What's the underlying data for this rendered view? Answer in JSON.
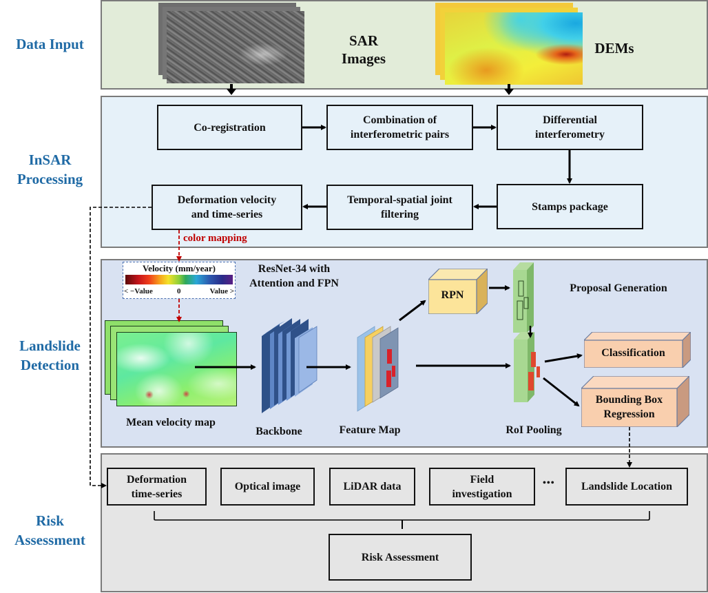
{
  "stages": {
    "data_input": "Data Input",
    "insar_processing": [
      "InSAR",
      "Processing"
    ],
    "landslide_detection": [
      "Landslide",
      "Detection"
    ],
    "risk_assessment": [
      "Risk",
      "Assessment"
    ]
  },
  "data_input": {
    "sar_label": [
      "SAR",
      "Images"
    ],
    "dem_label": "DEMs"
  },
  "insar": {
    "coregistration": "Co-registration",
    "combination": [
      "Combination of",
      "interferometric pairs"
    ],
    "differential": [
      "Differential",
      "interferometry"
    ],
    "stamps": "Stamps package",
    "filtering": [
      "Temporal-spatial joint",
      "filtering"
    ],
    "deformation": [
      "Deformation velocity",
      "and time-series"
    ],
    "color_mapping": "color mapping"
  },
  "detection": {
    "legend": {
      "title": "Velocity (mm/year)",
      "min_label": "< −Value",
      "zero_label": "0",
      "max_label": "Value >"
    },
    "network_title": [
      "ResNet-34 with",
      "Attention and FPN"
    ],
    "mean_velocity_map": "Mean velocity map",
    "backbone": "Backbone",
    "feature_map": "Feature Map",
    "rpn": "RPN",
    "proposal_generation": "Proposal Generation",
    "roi_pooling": "RoI Pooling",
    "classification": "Classification",
    "bbox_regression": [
      "Bounding Box",
      "Regression"
    ]
  },
  "risk": {
    "deformation_ts": [
      "Deformation",
      "time-series"
    ],
    "optical": "Optical image",
    "lidar": "LiDAR data",
    "field": [
      "Field",
      "investigation"
    ],
    "ellipsis": "•••",
    "landslide_location": "Landslide Location",
    "risk_assessment": "Risk Assessment"
  },
  "colors": {
    "stage_label": "#1f6aa5",
    "data_input_bg": "#e2ecd9",
    "insar_bg": "#e6f1f9",
    "detection_bg": "#d9e2f2",
    "risk_bg": "#e5e5e5",
    "color_mapping": "#c00000"
  }
}
